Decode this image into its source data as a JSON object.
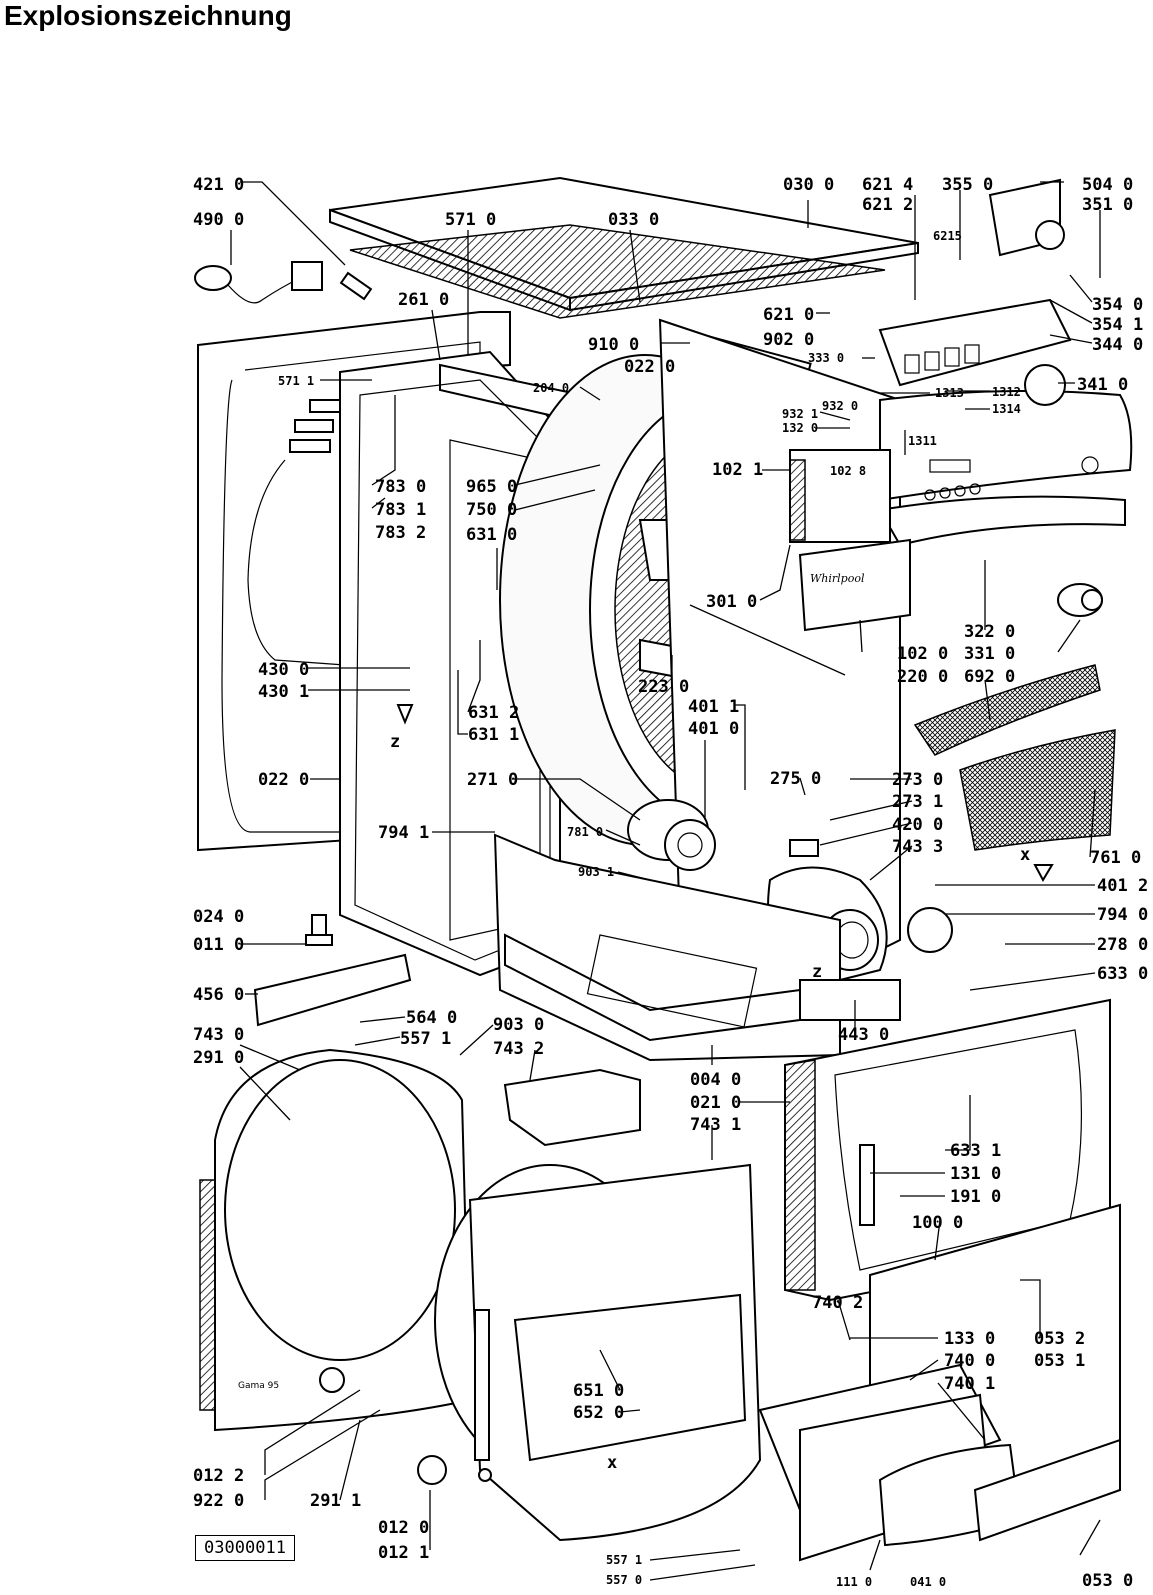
{
  "title": "Explosionszeichnung",
  "document_number": "03000011",
  "brand": "Whirlpool",
  "labels": {
    "421_0": "421 0",
    "490_0": "490 0",
    "571_0": "571 0",
    "033_0": "033 0",
    "030_0": "030 0",
    "621_4": "621 4",
    "621_2": "621 2",
    "355_0": "355 0",
    "504_0": "504 0",
    "351_0": "351 0",
    "6215": "6215",
    "354_0": "354 0",
    "354_1": "354 1",
    "344_0": "344 0",
    "261_0": "261 0",
    "571_1": "571 1",
    "910_0": "910 0",
    "022_0a": "022 0",
    "621_0": "621 0",
    "902_0": "902 0",
    "333_0": "333 0",
    "341_0": "341 0",
    "204_0": "204 0",
    "1313": "1313",
    "1312": "1312",
    "1314": "1314",
    "932_1": "932 1",
    "932_0": "932 0",
    "132_0": "132 0",
    "1311": "1311",
    "102_1": "102 1",
    "102_8": "102 8",
    "783_0": "783 0",
    "783_1": "783 1",
    "783_2": "783 2",
    "965_0": "965 0",
    "750_0": "750 0",
    "631_0": "631 0",
    "301_0": "301 0",
    "322_0": "322 0",
    "331_0": "331 0",
    "102_0": "102 0",
    "220_0": "220 0",
    "692_0": "692 0",
    "430_0": "430 0",
    "430_1": "430 1",
    "631_2": "631 2",
    "631_1": "631 1",
    "223_0": "223 0",
    "401_1": "401 1",
    "401_0": "401 0",
    "z1": "z",
    "022_0b": "022 0",
    "271_0": "271 0",
    "275_0": "275 0",
    "273_0": "273 0",
    "273_1": "273 1",
    "420_0": "420 0",
    "743_3": "743 3",
    "794_1": "794 1",
    "781_0": "781 0",
    "903_1": "903 1",
    "761_0": "761 0",
    "x1": "x",
    "401_2": "401 2",
    "794_0": "794 0",
    "278_0": "278 0",
    "633_0": "633 0",
    "z2": "z",
    "024_0": "024 0",
    "011_0": "011 0",
    "456_0": "456 0",
    "564_0": "564 0",
    "557_1a": "557 1",
    "903_0": "903 0",
    "743_2": "743 2",
    "443_0": "443 0",
    "743_0": "743 0",
    "291_0": "291 0",
    "004_0": "004 0",
    "021_0": "021 0",
    "743_1": "743 1",
    "633_1": "633 1",
    "131_0": "131 0",
    "191_0": "191 0",
    "100_0": "100 0",
    "740_2": "740 2",
    "133_0": "133 0",
    "053_2": "053 2",
    "740_0": "740 0",
    "053_1": "053 1",
    "740_1": "740 1",
    "651_0": "651 0",
    "652_0": "652 0",
    "x2": "x",
    "012_2": "012 2",
    "922_0": "922 0",
    "291_1": "291 1",
    "012_0": "012 0",
    "012_1": "012 1",
    "557_1b": "557 1",
    "557_0": "557 0",
    "111_0": "111 0",
    "041_0": "041 0",
    "053_0": "053 0",
    "gama": "Gama 95"
  }
}
